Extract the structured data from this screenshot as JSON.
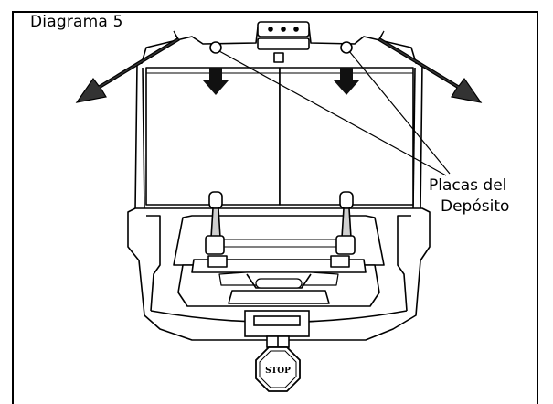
{
  "diagram": {
    "title": "Diagrama 5",
    "callout": {
      "line1": "Placas del",
      "line2": "Depósito"
    },
    "stop_sign": "STOP",
    "colors": {
      "ink": "#000000",
      "light_gray": "#cfcfcf",
      "background": "#ffffff"
    },
    "icons": [
      "arrow-icon",
      "stop-sign-icon"
    ]
  }
}
